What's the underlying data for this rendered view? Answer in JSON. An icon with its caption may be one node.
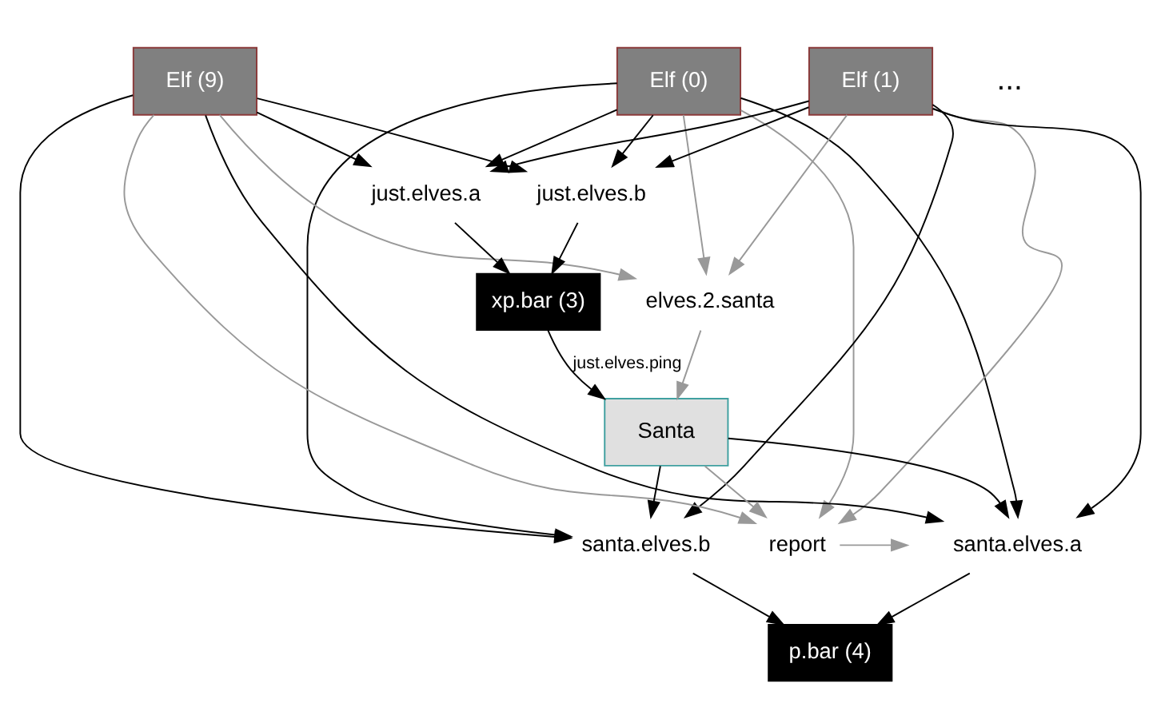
{
  "diagram": {
    "nodes": [
      {
        "text": [
          "report"
        ]
      },
      {
        "text": [
          "Elf (0)"
        ]
      },
      {
        "text": [
          "Elf (1)"
        ]
      },
      {
        "text": [
          "Elf (9)"
        ]
      },
      {
        "text": [
          "just.elves.a"
        ]
      },
      {
        "text": [
          "just.elves.b"
        ]
      },
      {
        "text": [
          "xp.bar (3)"
        ]
      },
      {
        "text": [
          "Santa"
        ]
      },
      {
        "text": [
          "elves.2.santa"
        ]
      },
      {
        "text": [
          "p.bar (4)"
        ]
      },
      {
        "text": [
          "santa.elves.a"
        ]
      },
      {
        "text": [
          "santa.elves.b"
        ]
      }
    ],
    "edges": [
      {
        "from": 1,
        "to": 0,
        "arrow": "to",
        "color": "#999999"
      },
      {
        "from": 2,
        "to": 0,
        "arrow": "to",
        "color": "#999999"
      },
      {
        "from": 3,
        "to": 0,
        "arrow": "to",
        "color": "#999999"
      },
      {
        "from": 7,
        "to": 0,
        "arrow": "to",
        "color": "#999999"
      },
      {
        "from": 0,
        "to": null,
        "arrow": "to",
        "color": "#999999"
      },
      {
        "from": 1,
        "to": 4,
        "arrow": "to"
      },
      {
        "from": 1,
        "to": 5,
        "arrow": "to"
      },
      {
        "from": 2,
        "to": 4,
        "arrow": "to"
      },
      {
        "from": 2,
        "to": 5,
        "arrow": "to"
      },
      {
        "from": 3,
        "to": 4,
        "arrow": "to"
      },
      {
        "from": 3,
        "to": 5,
        "arrow": "to"
      },
      {
        "from": 4,
        "to": 6,
        "arrow": "to"
      },
      {
        "from": 5,
        "to": 6,
        "arrow": "to"
      },
      {
        "from": 6,
        "to": 7,
        "arrow": "to",
        "label": "just.elves.ping"
      },
      {
        "from": 1,
        "to": 8,
        "arrow": "to",
        "color": "#999999"
      },
      {
        "from": 2,
        "to": 8,
        "arrow": "to",
        "color": "#999999"
      },
      {
        "from": 3,
        "to": 8,
        "arrow": "to",
        "color": "#999999"
      },
      {
        "from": 8,
        "to": 7,
        "arrow": "to",
        "color": "#999999"
      },
      {
        "from": 1,
        "to": 10,
        "arrow": "to"
      },
      {
        "from": 1,
        "to": 11,
        "arrow": "to"
      },
      {
        "from": 2,
        "to": 10,
        "arrow": "to"
      },
      {
        "from": 2,
        "to": 11,
        "arrow": "to"
      },
      {
        "from": 3,
        "to": 10,
        "arrow": "to"
      },
      {
        "from": 3,
        "to": 11,
        "arrow": "to"
      },
      {
        "from": 7,
        "to": 10,
        "arrow": "to"
      },
      {
        "from": 7,
        "to": 11,
        "arrow": "to"
      },
      {
        "from": 10,
        "to": 9,
        "arrow": "to"
      },
      {
        "from": 11,
        "to": 9,
        "arrow": "to"
      }
    ],
    "labels": [
      "..."
    ]
  }
}
